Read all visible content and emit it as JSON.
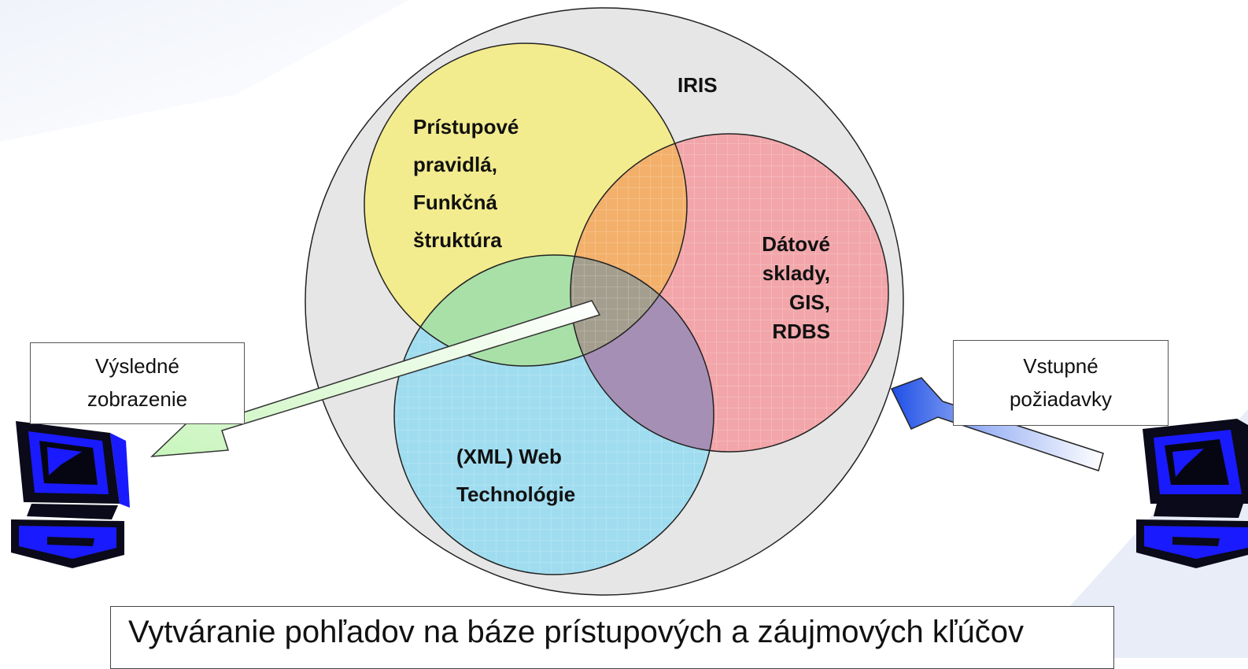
{
  "diagram": {
    "outer_circle": {
      "label": "IRIS",
      "fill": "#e6e6e6"
    },
    "yellow_circle": {
      "lines": [
        "Prístupové",
        "pravidlá,",
        "Funkčná",
        "štruktúra"
      ],
      "fill": "#f3ec8e"
    },
    "red_circle": {
      "lines": [
        "Dátové",
        "sklady,",
        "GIS,",
        "RDBS"
      ],
      "fill": "#f2a6aa"
    },
    "blue_circle": {
      "lines": [
        "(XML) Web",
        "Technológie"
      ],
      "fill": "#9fdcef"
    },
    "left_box": {
      "lines": [
        "Výsledné",
        "zobrazenie"
      ]
    },
    "right_box": {
      "lines": [
        "Vstupné",
        "požiadavky"
      ]
    },
    "caption": "Vytváranie pohľadov na báze prístupových a záujmových kľúčov"
  },
  "colors": {
    "output_arrow": "#d8f8cf",
    "input_arrow": "#2b5be8",
    "monitor_blue": "#1a1aff",
    "background_accent": "#dfe7f5"
  },
  "icons": [
    "computer-icon-left",
    "computer-icon-right",
    "output-arrow",
    "input-arrow"
  ]
}
